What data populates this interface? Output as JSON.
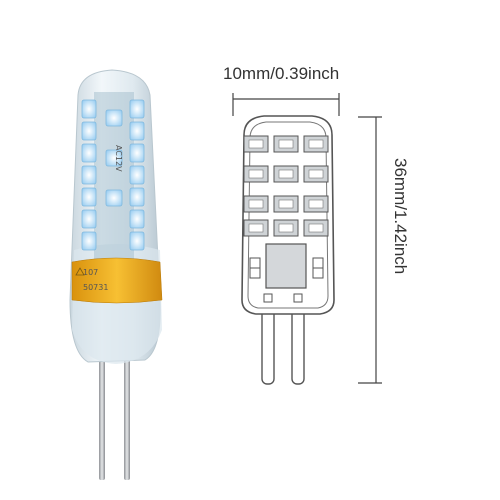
{
  "product_image": {
    "photo": {
      "description_icon": "g4-led-bulb-photo",
      "chip_text": "AC12V",
      "sticker_text_line1": "107",
      "sticker_text_line2": "50731",
      "colors": {
        "silicone": "#e6f0f6",
        "led": "#f5fbff",
        "led_glow": "#bfe4ff",
        "sticker": "#f0b21c",
        "pins": "#c9cbcf"
      }
    },
    "diagram": {
      "width_label": "10mm/0.39inch",
      "height_label": "36mm/1.42inch",
      "colors": {
        "outline": "#555555",
        "led_fill": "#cfd3d6"
      }
    }
  }
}
